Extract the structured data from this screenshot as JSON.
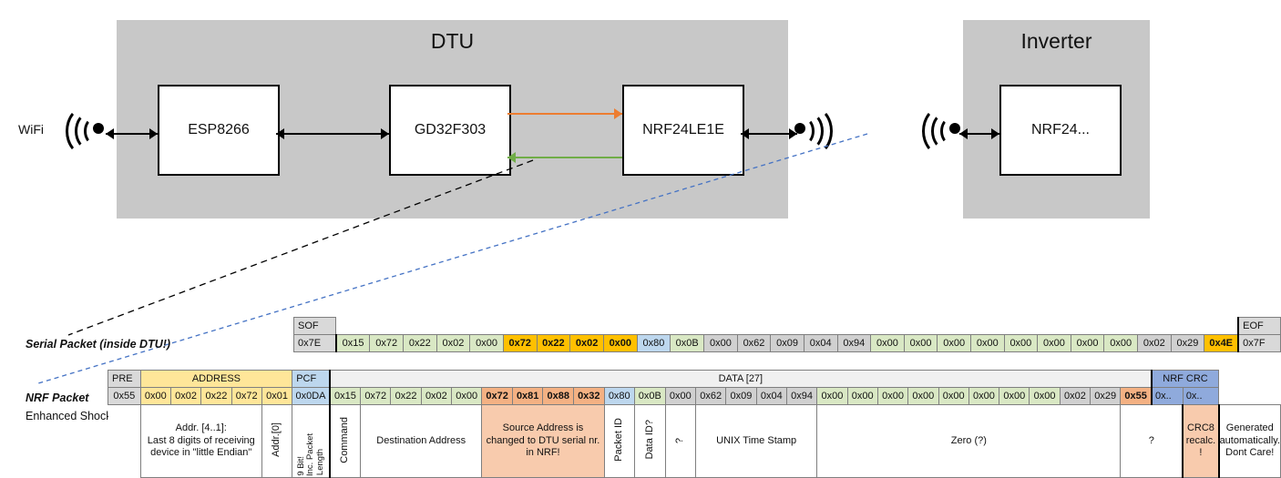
{
  "diagram": {
    "enclosures": [
      {
        "name": "dtu",
        "title": "DTU"
      },
      {
        "name": "inverter",
        "title": "Inverter"
      }
    ],
    "chips": [
      {
        "name": "esp8266",
        "label": "ESP8266"
      },
      {
        "name": "gd32f303",
        "label": "GD32F303"
      },
      {
        "name": "nrf24le1e",
        "label": "NRF24LE1E"
      },
      {
        "name": "nrf24",
        "label": "NRF24..."
      }
    ],
    "wifi_label": "WiFi",
    "icons": {
      "radio_wifi": "wifi-antenna-icon",
      "radio_dtu_rf": "rf-antenna-icon",
      "radio_inv_rf": "rf-antenna-icon"
    },
    "links": {
      "orange_label": "serial-tx-arrow",
      "green_label": "serial-rx-arrow"
    }
  },
  "serial_packet": {
    "label": "Serial Packet (inside DTU!)",
    "header": {
      "sof": "SOF",
      "eof": "EOF"
    },
    "sof_value": "0x7E",
    "eof_value": "0x7F",
    "bytes": [
      {
        "v": "0x15",
        "fill": "c-green"
      },
      {
        "v": "0x72",
        "fill": "c-green"
      },
      {
        "v": "0x22",
        "fill": "c-green"
      },
      {
        "v": "0x02",
        "fill": "c-green"
      },
      {
        "v": "0x00",
        "fill": "c-green"
      },
      {
        "v": "0x72",
        "fill": "c-gold"
      },
      {
        "v": "0x22",
        "fill": "c-gold"
      },
      {
        "v": "0x02",
        "fill": "c-gold"
      },
      {
        "v": "0x00",
        "fill": "c-gold"
      },
      {
        "v": "0x80",
        "fill": "c-blue"
      },
      {
        "v": "0x0B",
        "fill": "c-green"
      },
      {
        "v": "0x00",
        "fill": "c-ltgray"
      },
      {
        "v": "0x62",
        "fill": "c-ltgray"
      },
      {
        "v": "0x09",
        "fill": "c-ltgray"
      },
      {
        "v": "0x04",
        "fill": "c-ltgray"
      },
      {
        "v": "0x94",
        "fill": "c-ltgray"
      },
      {
        "v": "0x00",
        "fill": "c-green"
      },
      {
        "v": "0x00",
        "fill": "c-green"
      },
      {
        "v": "0x00",
        "fill": "c-green"
      },
      {
        "v": "0x00",
        "fill": "c-green"
      },
      {
        "v": "0x00",
        "fill": "c-green"
      },
      {
        "v": "0x00",
        "fill": "c-green"
      },
      {
        "v": "0x00",
        "fill": "c-green"
      },
      {
        "v": "0x00",
        "fill": "c-green"
      },
      {
        "v": "0x02",
        "fill": "c-ltgray"
      },
      {
        "v": "0x29",
        "fill": "c-ltgray"
      },
      {
        "v": "0x4E",
        "fill": "c-gold"
      }
    ]
  },
  "nrf_packet": {
    "label": "NRF Packet",
    "sublabel": "Enhanced Shockburst",
    "groups": {
      "pre": "PRE",
      "address": "ADDRESS",
      "pcf": "PCF",
      "data": "DATA [27]",
      "crc": "NRF CRC"
    },
    "pre_value": "0x55",
    "address_values": [
      "0x00",
      "0x02",
      "0x22",
      "0x72",
      "0x01"
    ],
    "pcf_value": "0x0DA",
    "bytes": [
      {
        "v": "0x15",
        "fill": "c-green"
      },
      {
        "v": "0x72",
        "fill": "c-green"
      },
      {
        "v": "0x22",
        "fill": "c-green"
      },
      {
        "v": "0x02",
        "fill": "c-green"
      },
      {
        "v": "0x00",
        "fill": "c-green"
      },
      {
        "v": "0x72",
        "fill": "c-salmon"
      },
      {
        "v": "0x81",
        "fill": "c-salmon"
      },
      {
        "v": "0x88",
        "fill": "c-salmon"
      },
      {
        "v": "0x32",
        "fill": "c-salmon"
      },
      {
        "v": "0x80",
        "fill": "c-blue"
      },
      {
        "v": "0x0B",
        "fill": "c-green"
      },
      {
        "v": "0x00",
        "fill": "c-ltgray"
      },
      {
        "v": "0x62",
        "fill": "c-ltgray"
      },
      {
        "v": "0x09",
        "fill": "c-ltgray"
      },
      {
        "v": "0x04",
        "fill": "c-ltgray"
      },
      {
        "v": "0x94",
        "fill": "c-ltgray"
      },
      {
        "v": "0x00",
        "fill": "c-green"
      },
      {
        "v": "0x00",
        "fill": "c-green"
      },
      {
        "v": "0x00",
        "fill": "c-green"
      },
      {
        "v": "0x00",
        "fill": "c-green"
      },
      {
        "v": "0x00",
        "fill": "c-green"
      },
      {
        "v": "0x00",
        "fill": "c-green"
      },
      {
        "v": "0x00",
        "fill": "c-green"
      },
      {
        "v": "0x00",
        "fill": "c-green"
      },
      {
        "v": "0x02",
        "fill": "c-ltgray"
      },
      {
        "v": "0x29",
        "fill": "c-ltgray"
      },
      {
        "v": "0x55",
        "fill": "c-salmon"
      }
    ],
    "crc_values": [
      "0x..",
      "0x.."
    ],
    "annotations": {
      "address_desc": "Addr. [4..1]:\nLast 8 digits of receiving device in \"little Endian\"",
      "addr0": "Addr.[0]",
      "pcf_9bit": "9 Bit!",
      "pcf_inc": "Inc. Packet",
      "pcf_len": "Length",
      "command": "Command",
      "destination": "Destination Address",
      "source_note": "Source Address is changed to DTU serial nr. in NRF!",
      "packet_id": "Packet ID",
      "data_id": "Data ID?",
      "qmark": "?",
      "unix_ts": "UNIX Time Stamp",
      "zero": "Zero (?)",
      "qmark2": "?",
      "crc8": "CRC8 recalc. !",
      "crc_gen": "Generated automatically. Dont Care!"
    }
  },
  "colors": {
    "enclosure": "#c8c8c8",
    "orange_arrow": "#ED7D31",
    "green_arrow": "#70AD47",
    "header_blue": "#8faadc",
    "address_yellow": "#ffe699",
    "pcf_blue": "#bdd7ee",
    "byte_green": "#d9e8c4",
    "byte_gray": "#d0d0d0",
    "highlight_gold": "#ffc000",
    "highlight_salmon": "#f4b183"
  }
}
